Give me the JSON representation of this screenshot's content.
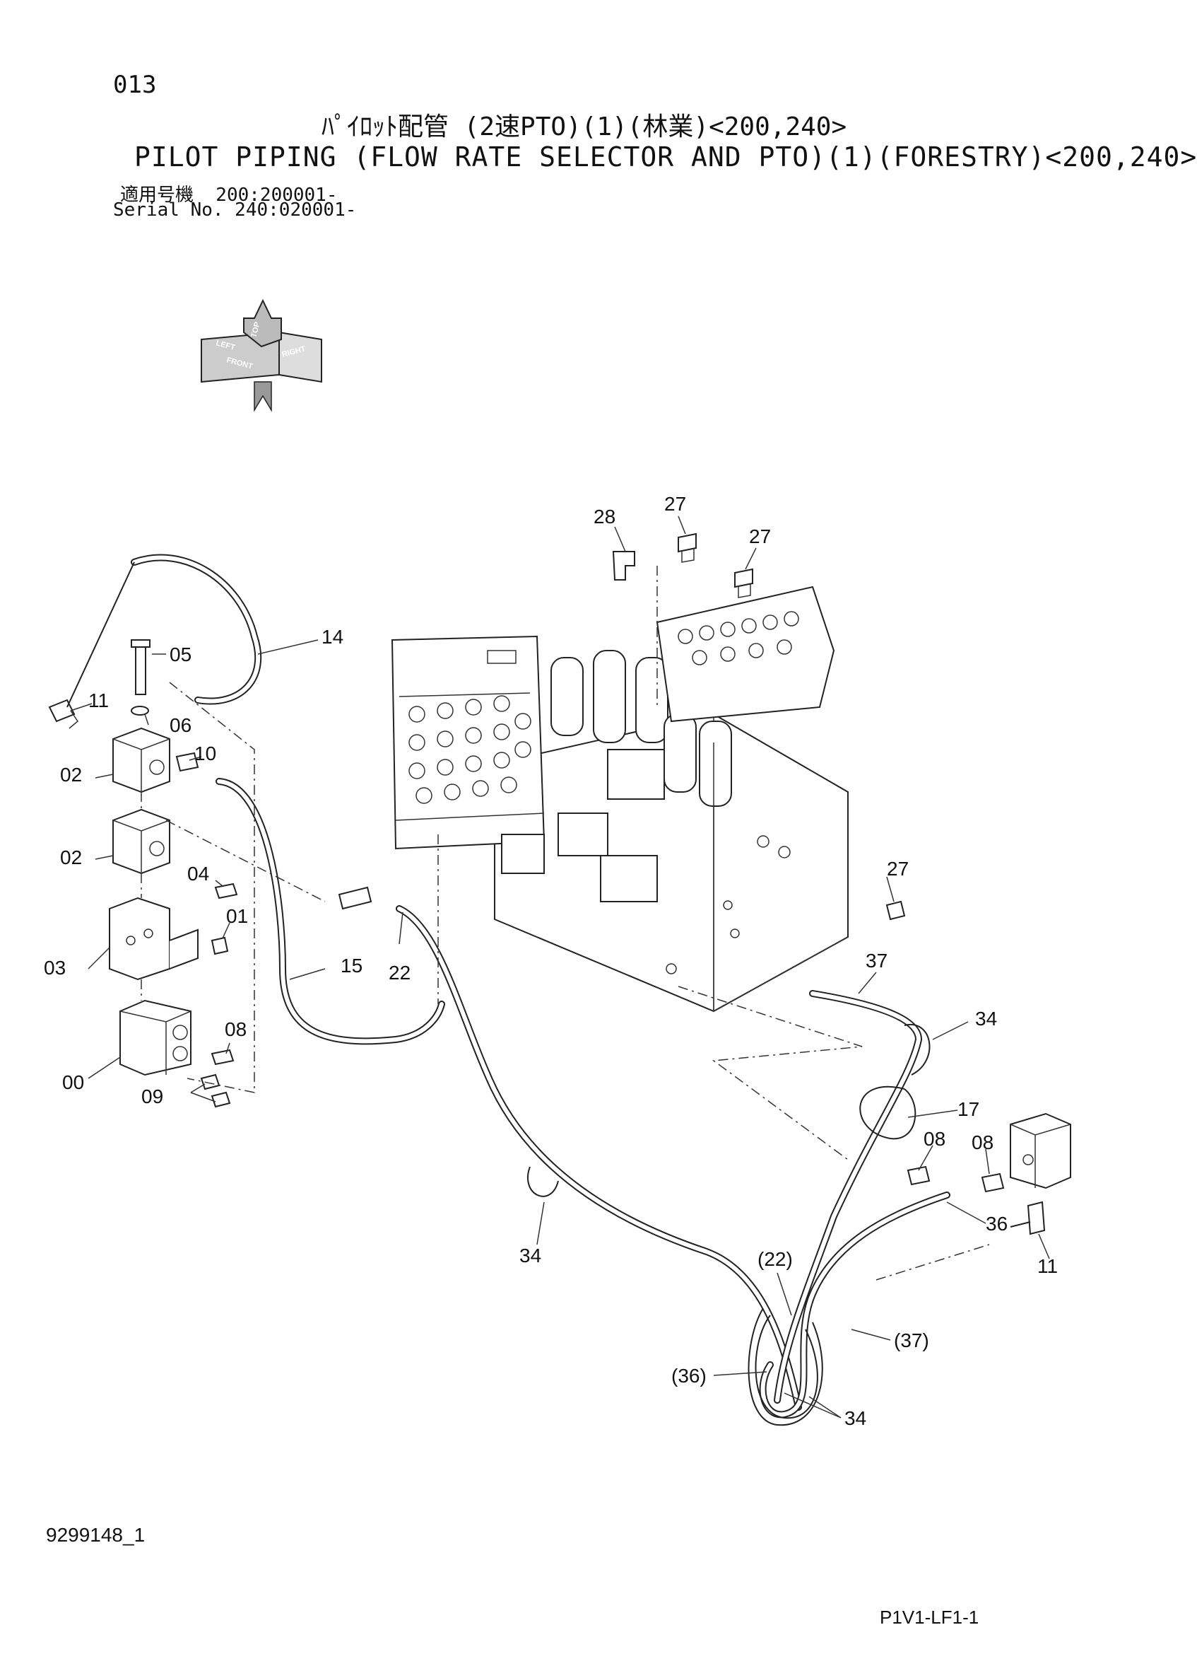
{
  "header": {
    "page_number": "013",
    "title_jp": "ﾊﾟｲﾛｯﾄ配管 (2速PTO)(1)(林業)<200,240>",
    "title_en": "PILOT PIPING (FLOW RATE SELECTOR AND PTO)(1)(FORESTRY)<200,240>",
    "serial_jp": "適用号機  200:200001-",
    "serial_en": "Serial No. 240:020001-"
  },
  "orientation": {
    "top": "TOP",
    "front": "FRONT",
    "left": "LEFT",
    "right": "RIGHT"
  },
  "callouts": {
    "c28": "28",
    "c27a": "27",
    "c27b": "27",
    "c27c": "27",
    "c14": "14",
    "c05": "05",
    "c11a": "11",
    "c06": "06",
    "c02a": "02",
    "c10": "10",
    "c02b": "02",
    "c04": "04",
    "c01": "01",
    "c03": "03",
    "c15": "15",
    "c22": "22",
    "c37": "37",
    "c08a": "08",
    "c00": "00",
    "c09": "09",
    "c34a": "34",
    "c17": "17",
    "c08b": "08",
    "c08c": "08",
    "c36": "36",
    "c34b": "34",
    "c11b": "11",
    "c22p": "(22)",
    "c37p": "(37)",
    "c36p": "(36)",
    "c34c": "34"
  },
  "footer": {
    "doc_id": "9299148_1",
    "sheet_code": "P1V1-LF1-1"
  }
}
